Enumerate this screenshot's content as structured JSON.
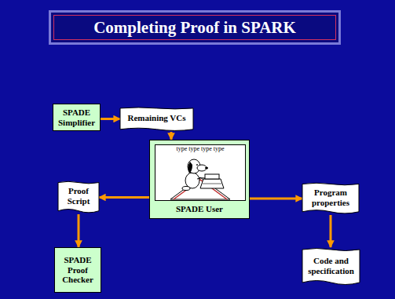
{
  "diagram": {
    "title": "Completing Proof in SPARK",
    "nodes": [
      {
        "text": [
          "SPADE Simplifier"
        ]
      },
      {
        "text": [
          "Remaining VCs"
        ]
      },
      {
        "text": [
          "SPADE User"
        ]
      },
      {
        "text": [
          "Proof Script"
        ]
      },
      {
        "text": [
          "Program properties"
        ]
      },
      {
        "text": [
          "SPADE Proof Checker"
        ]
      },
      {
        "text": [
          "Code and specification"
        ]
      }
    ],
    "edges": [
      {
        "from": 0,
        "to": 1,
        "arrow": "to"
      },
      {
        "from": 1,
        "to": 2,
        "arrow": "to"
      },
      {
        "from": 2,
        "to": 3,
        "arrow": "to"
      },
      {
        "from": 2,
        "to": 4,
        "arrow": "to"
      },
      {
        "from": 3,
        "to": 5,
        "arrow": "to"
      },
      {
        "from": 4,
        "to": 6,
        "arrow": "to"
      }
    ],
    "labels": [
      "type type type type"
    ]
  }
}
